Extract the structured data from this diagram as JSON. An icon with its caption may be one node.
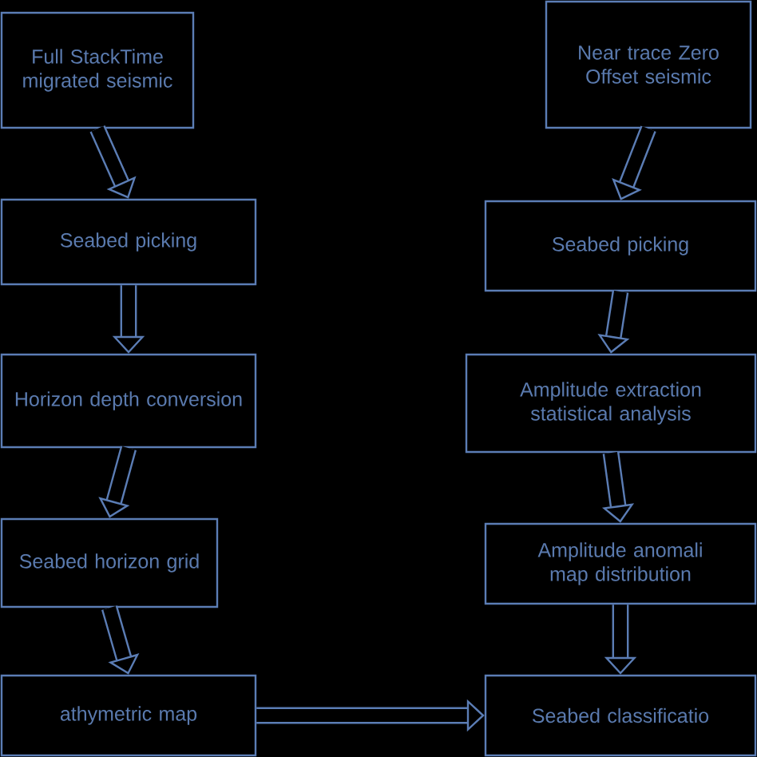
{
  "diagram": {
    "nodes": [
      {
        "text": [
          "Full StackTime migrated seismic"
        ]
      },
      {
        "text": [
          "Seabed picking"
        ]
      },
      {
        "text": [
          "Horizon depth conversion"
        ]
      },
      {
        "text": [
          "Seabed horizon grid"
        ]
      },
      {
        "text": [
          "athymetric map"
        ]
      },
      {
        "text": [
          "Near trace Zero Offset seismic"
        ]
      },
      {
        "text": [
          "Seabed picking"
        ]
      },
      {
        "text": [
          "Amplitude extraction statistical analysis"
        ]
      },
      {
        "text": [
          "Amplitude anomali map distribution"
        ]
      },
      {
        "text": [
          "Seabed classificatio"
        ]
      }
    ],
    "edges": [
      {
        "from": 0,
        "to": 1,
        "arrow": "to"
      },
      {
        "from": 1,
        "to": 2,
        "arrow": "to"
      },
      {
        "from": 2,
        "to": 3,
        "arrow": "to"
      },
      {
        "from": 3,
        "to": 4,
        "arrow": "to"
      },
      {
        "from": 5,
        "to": 6,
        "arrow": "to"
      },
      {
        "from": 6,
        "to": 7,
        "arrow": "to"
      },
      {
        "from": 7,
        "to": 8,
        "arrow": "to"
      },
      {
        "from": 8,
        "to": 9,
        "arrow": "to"
      },
      {
        "from": 4,
        "to": 9,
        "arrow": "to"
      }
    ]
  }
}
